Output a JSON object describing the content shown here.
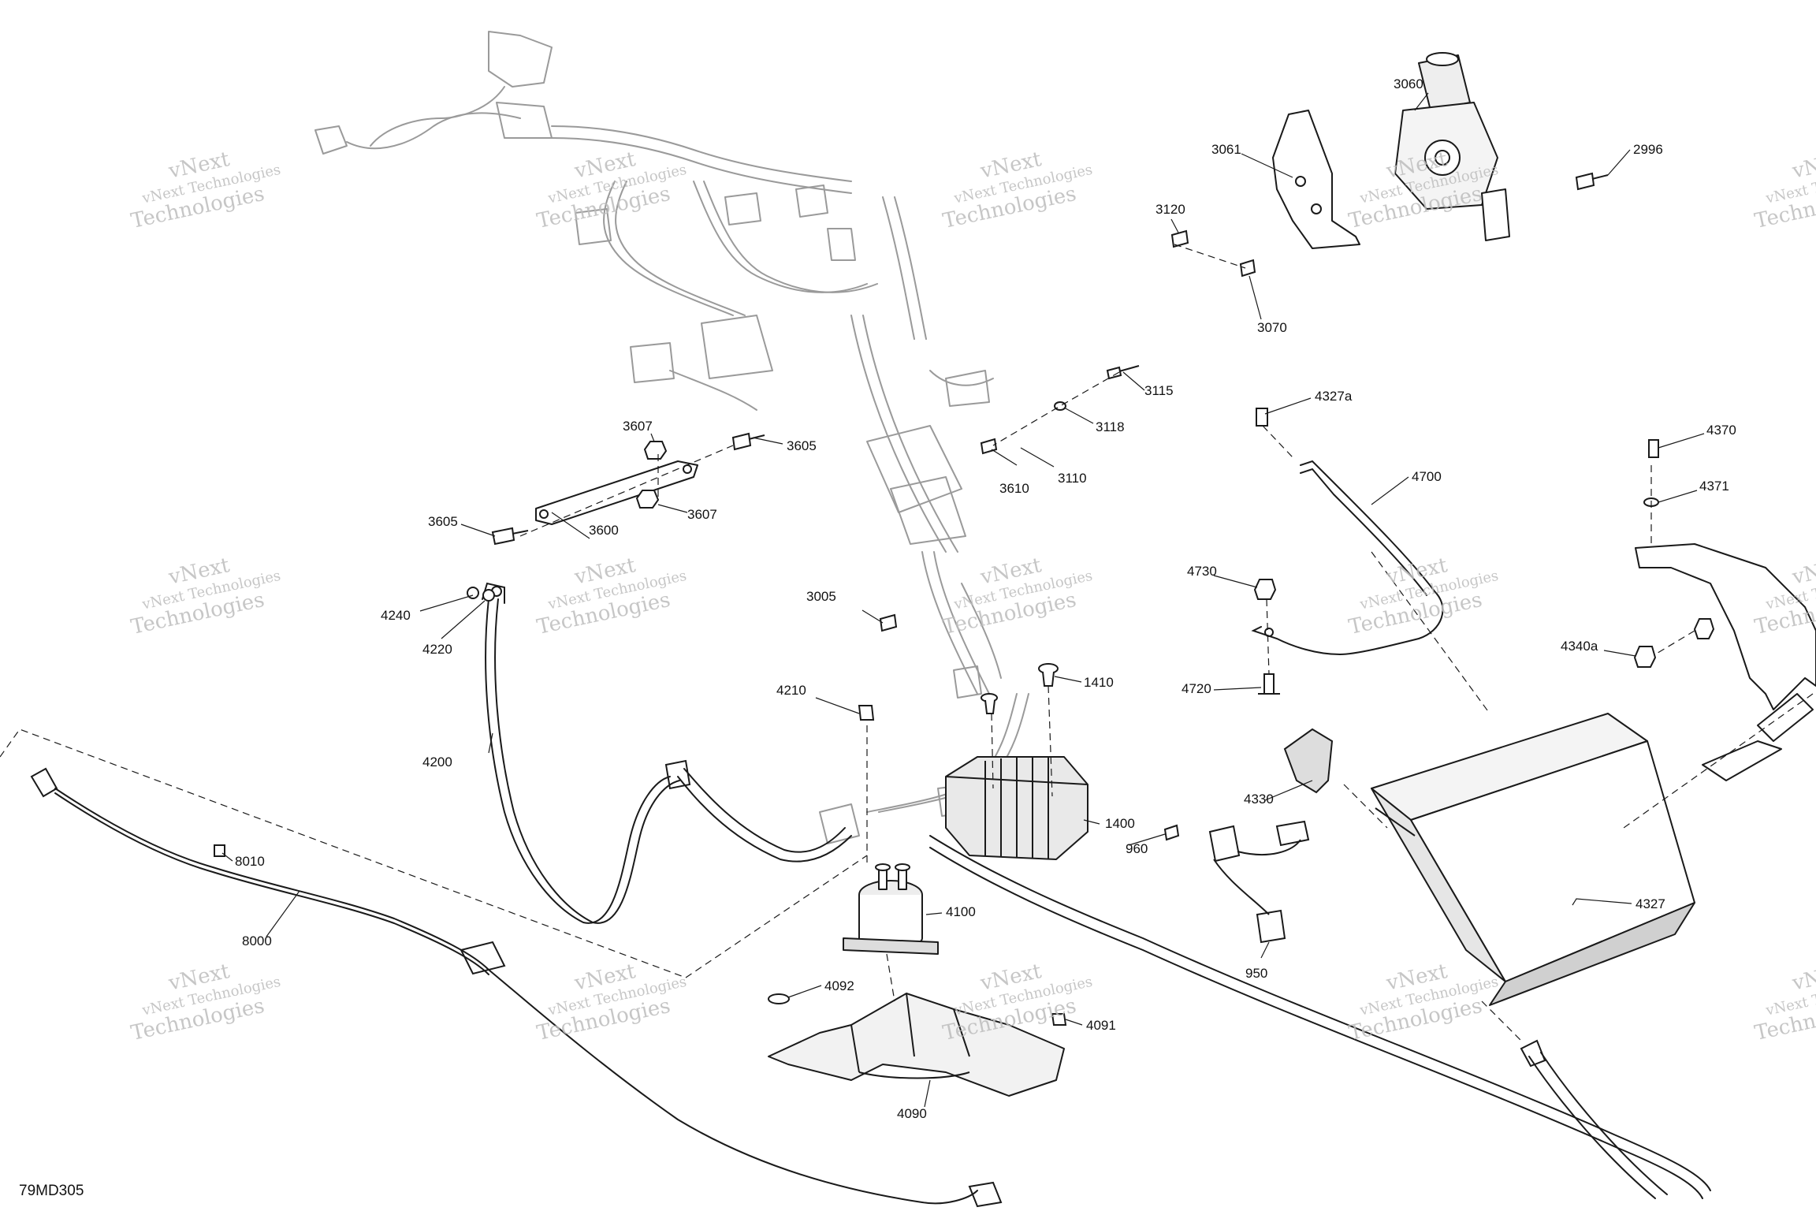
{
  "diagram_code": "79MD305",
  "watermark": {
    "line1": "vNext Technologies",
    "line2": "Technologies",
    "mark": "vNext"
  },
  "callouts": [
    "3060",
    "2996",
    "3061",
    "3120",
    "3070",
    "3115",
    "3118",
    "3110",
    "3610",
    "3607",
    "3605",
    "3600",
    "4327a",
    "4700",
    "4370",
    "4371",
    "3005",
    "4730",
    "4720",
    "4340a",
    "4240",
    "4220",
    "4210",
    "1410",
    "4200",
    "1400",
    "4330",
    "960",
    "4327",
    "8010",
    "8000",
    "4100",
    "950",
    "4092",
    "4091",
    "4090"
  ],
  "colors": {
    "line": "#1a1a1a",
    "ghost": "#9a9a9a",
    "watermark": "#bdbdbd",
    "fill": "#d8d8d8"
  }
}
